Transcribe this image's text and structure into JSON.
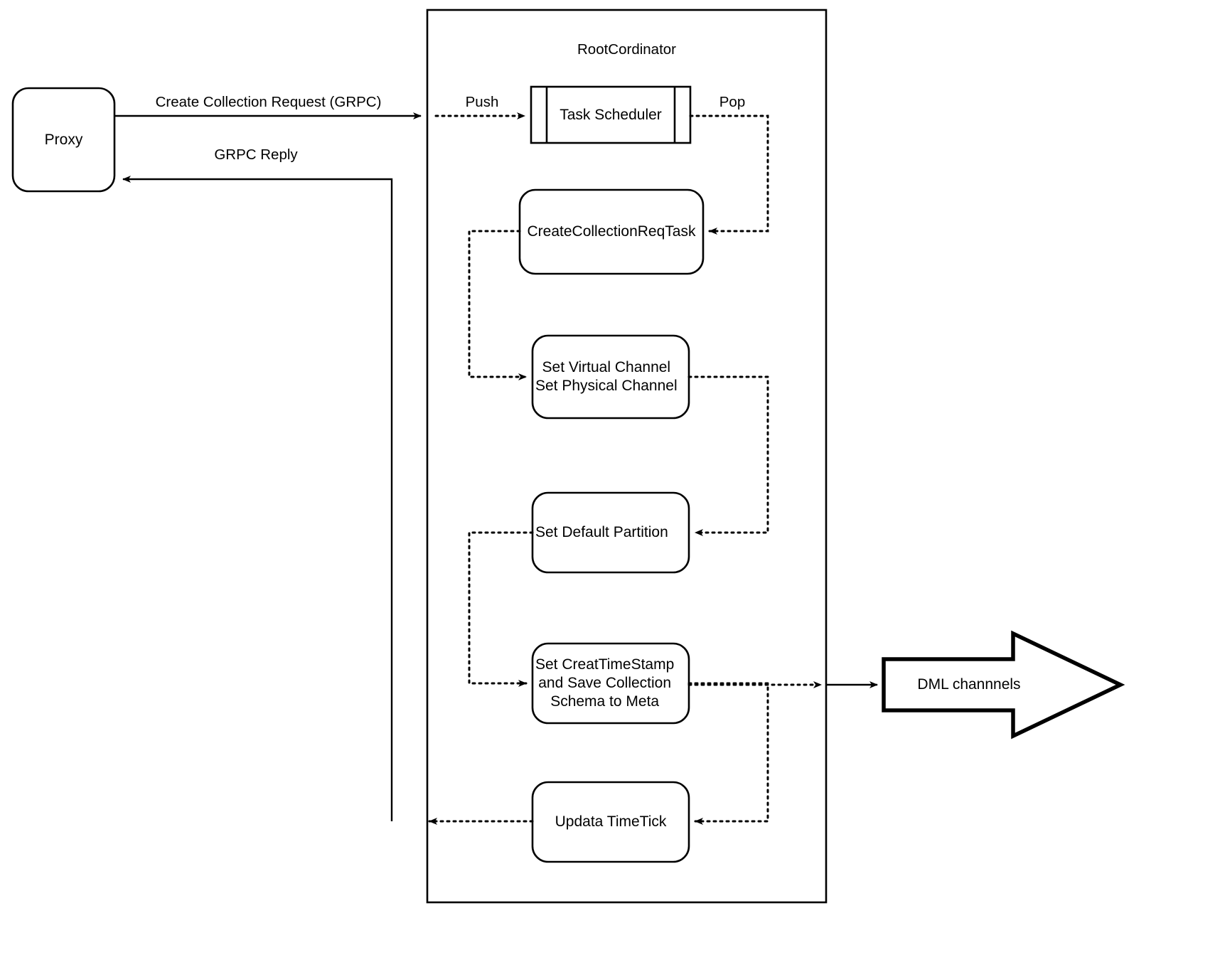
{
  "diagram": {
    "type": "flowchart",
    "title": "",
    "container": {
      "label": "RootCordinator"
    },
    "nodes": [
      {
        "id": "proxy",
        "label": "Proxy",
        "shape": "rounded-rect"
      },
      {
        "id": "task-scheduler",
        "label": "Task Scheduler",
        "shape": "process-queue"
      },
      {
        "id": "create-collection-req-task",
        "label": "CreateCollectionReqTask",
        "shape": "rounded-rect"
      },
      {
        "id": "set-channels",
        "label": "Set Virtual Channel\nSet Physical Channel",
        "shape": "rounded-rect"
      },
      {
        "id": "set-default-partition",
        "label": "Set Default Partition",
        "shape": "rounded-rect"
      },
      {
        "id": "set-timestamp-save-meta",
        "label": "Set CreatTimeStamp\nand Save Collection\nSchema to Meta",
        "shape": "rounded-rect"
      },
      {
        "id": "update-timetick",
        "label": "Updata TimeTick",
        "shape": "rounded-rect"
      },
      {
        "id": "dml-channels",
        "label": "DML channnels",
        "shape": "block-arrow"
      }
    ],
    "edge_labels": [
      {
        "id": "create-collection-request",
        "label": "Create Collection Request (GRPC)"
      },
      {
        "id": "grpc-reply",
        "label": "GRPC Reply"
      },
      {
        "id": "push",
        "label": "Push"
      },
      {
        "id": "pop",
        "label": "Pop"
      }
    ],
    "colors": {
      "stroke": "#000000",
      "fill": "#ffffff",
      "text": "#000000"
    }
  }
}
